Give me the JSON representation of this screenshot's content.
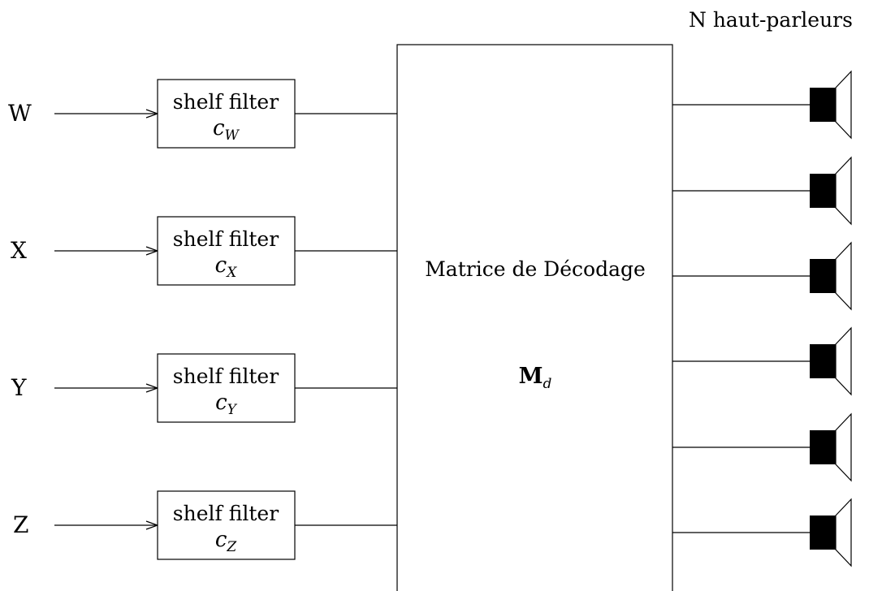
{
  "header": {
    "speakers_label": "N haut-parleurs"
  },
  "inputs": [
    {
      "signal": "W",
      "filter_label": "shelf filter",
      "coef_base": "c",
      "coef_sub": "W"
    },
    {
      "signal": "X",
      "filter_label": "shelf filter",
      "coef_base": "c",
      "coef_sub": "X"
    },
    {
      "signal": "Y",
      "filter_label": "shelf filter",
      "coef_base": "c",
      "coef_sub": "Y"
    },
    {
      "signal": "Z",
      "filter_label": "shelf filter",
      "coef_base": "c",
      "coef_sub": "Z"
    }
  ],
  "matrix": {
    "title": "Matrice de Décodage",
    "symbol_base": "M",
    "symbol_sub": "d"
  },
  "speakers": [
    "speaker-1",
    "speaker-2",
    "speaker-3",
    "speaker-4",
    "speaker-5",
    "speaker-6"
  ]
}
